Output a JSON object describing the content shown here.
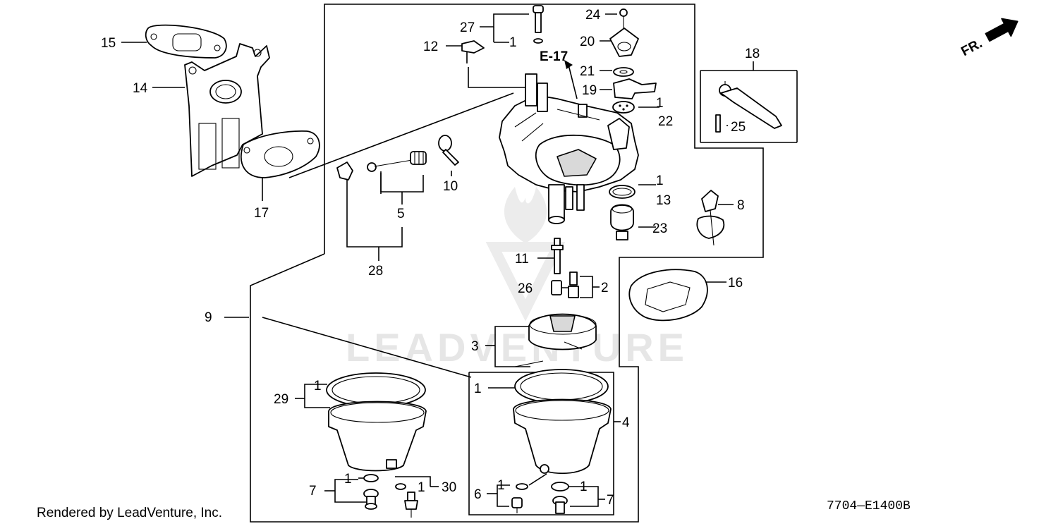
{
  "diagram": {
    "watermark": "LEADVENTURE",
    "reference_label": "E-17",
    "front_label": "FR.",
    "part_numbers": [
      "1",
      "2",
      "3",
      "4",
      "5",
      "6",
      "7",
      "8",
      "9",
      "10",
      "11",
      "12",
      "13",
      "14",
      "15",
      "16",
      "17",
      "18",
      "19",
      "20",
      "21",
      "22",
      "23",
      "24",
      "25",
      "26",
      "27",
      "28",
      "29",
      "30"
    ],
    "diagram_code": "7704—E1400B"
  },
  "footer": {
    "credit": "Rendered by LeadVenture, Inc."
  }
}
